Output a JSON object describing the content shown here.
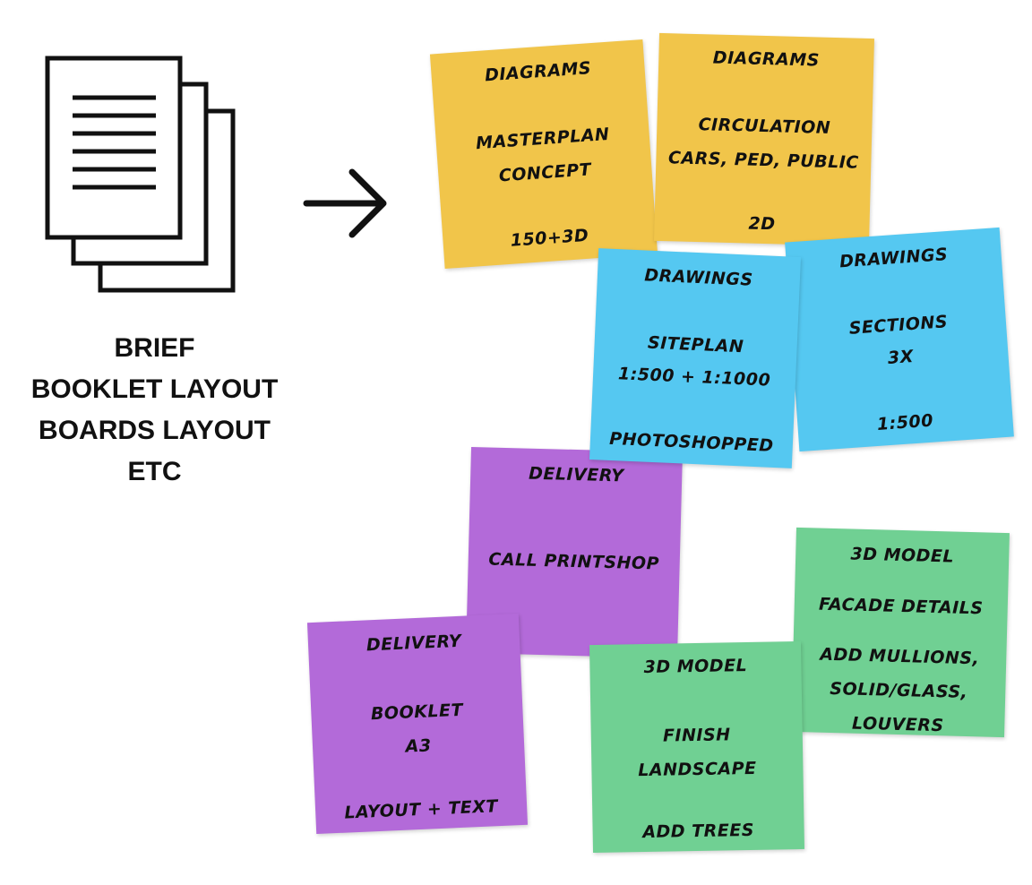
{
  "colors": {
    "yellow": "#f1c54a",
    "blue": "#55c8f1",
    "purple": "#b36ad9",
    "green": "#70d093"
  },
  "document_icon": "stacked-documents-icon",
  "arrow_icon": "arrow-right-icon",
  "brief": {
    "lines": [
      "BRIEF",
      "BOOKLET LAYOUT",
      "BOARDS LAYOUT",
      "ETC"
    ]
  },
  "notes": [
    {
      "category": "DIAGRAMS",
      "lines": [
        "MASTERPLAN",
        "CONCEPT"
      ],
      "footer": "150+3D",
      "color": "yellow"
    },
    {
      "category": "DIAGRAMS",
      "lines": [
        "CIRCULATION",
        "CARS, PED, PUBLIC"
      ],
      "footer": "2D",
      "color": "yellow"
    },
    {
      "category": "DRAWINGS",
      "lines": [
        "SITEPLAN",
        "1:500 + 1:1000"
      ],
      "footer": "PHOTOSHOPPED",
      "color": "blue"
    },
    {
      "category": "DRAWINGS",
      "lines": [
        "SECTIONS",
        "3X"
      ],
      "footer": "1:500",
      "color": "blue"
    },
    {
      "category": "DELIVERY",
      "lines": [
        "CALL PRINTSHOP"
      ],
      "footer": "",
      "color": "purple"
    },
    {
      "category": "3D MODEL",
      "lines": [
        "FACADE DETAILS",
        "",
        "ADD MULLIONS,",
        "SOLID/GLASS,",
        "LOUVERS"
      ],
      "footer": "",
      "color": "green"
    },
    {
      "category": "DELIVERY",
      "lines": [
        "BOOKLET",
        "A3"
      ],
      "footer": "LAYOUT + TEXT",
      "color": "purple"
    },
    {
      "category": "3D MODEL",
      "lines": [
        "FINISH",
        "LANDSCAPE"
      ],
      "footer": "ADD TREES",
      "color": "green"
    }
  ]
}
